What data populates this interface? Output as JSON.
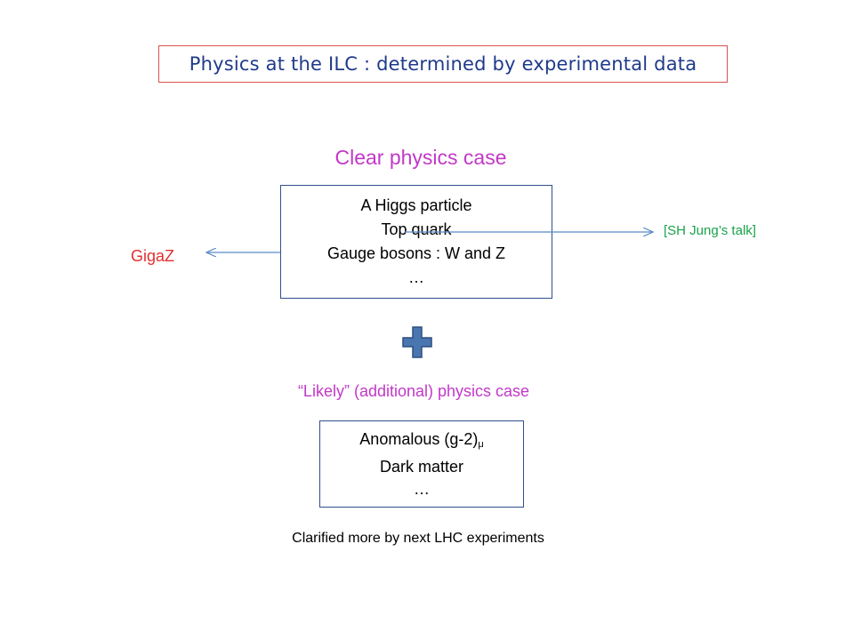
{
  "title": "Physics at the ILC : determined by experimental data",
  "clear_case": {
    "heading": "Clear physics case",
    "items": [
      "A Higgs particle",
      "Top quark",
      "Gauge bosons :  W and Z",
      "…"
    ]
  },
  "left_link": "GigaZ",
  "right_link": "[SH Jung’s talk]",
  "plus_icon": "plus-icon",
  "likely_case": {
    "heading": "“Likely”  (additional) physics case",
    "item1_main": "Anomalous (g-2)",
    "item1_sub": "μ",
    "item2": "Dark matter",
    "item3": "…"
  },
  "footer": "Clarified more by next LHC experiments",
  "colors": {
    "title_text": "#1f3a8a",
    "title_border": "#d9534f",
    "heading": "#c238c8",
    "gigaz": "#e0302f",
    "jung": "#1aa34a",
    "plus_fill": "#4a76b0",
    "plus_stroke": "#2c4f80",
    "arrow": "#5a8ac6"
  }
}
